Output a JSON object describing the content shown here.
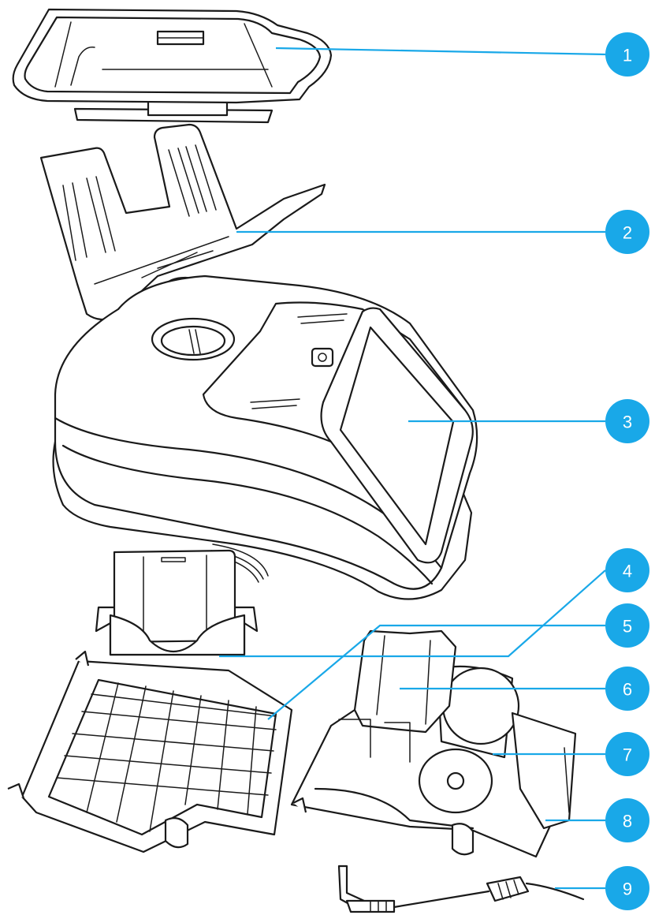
{
  "diagram": {
    "accent_color": "#19a8e8",
    "callouts": [
      {
        "label": "1",
        "part": "tray"
      },
      {
        "label": "2",
        "part": "cup-holder"
      },
      {
        "label": "3",
        "part": "main-unit-with-touchscreen"
      },
      {
        "label": "4",
        "part": "battery"
      },
      {
        "label": "5",
        "part": "filter-grid"
      },
      {
        "label": "6",
        "part": "battery-compartment"
      },
      {
        "label": "7",
        "part": "paper-roll"
      },
      {
        "label": "8",
        "part": "printer-module"
      },
      {
        "label": "9",
        "part": "power-cable"
      }
    ]
  }
}
